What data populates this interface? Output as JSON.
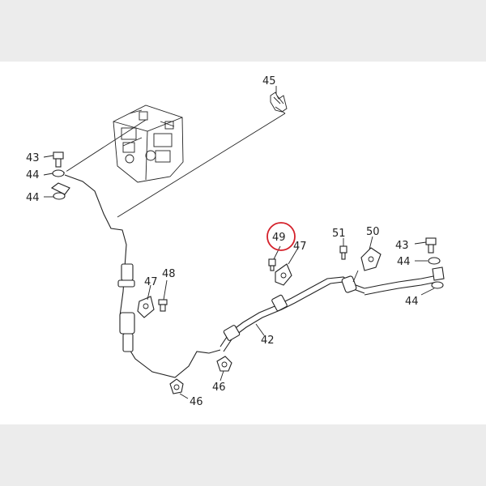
{
  "diagram": {
    "highlight_color": "#d4202a",
    "callouts": [
      {
        "id": "c45a",
        "text": "45"
      },
      {
        "id": "c43a",
        "text": "43"
      },
      {
        "id": "c44a",
        "text": "44"
      },
      {
        "id": "c44b",
        "text": "44"
      },
      {
        "id": "c49",
        "text": "49"
      },
      {
        "id": "c47a",
        "text": "47"
      },
      {
        "id": "c51",
        "text": "51"
      },
      {
        "id": "c50",
        "text": "50"
      },
      {
        "id": "c43b",
        "text": "43"
      },
      {
        "id": "c44c",
        "text": "44"
      },
      {
        "id": "c44d",
        "text": "44"
      },
      {
        "id": "c47b",
        "text": "47"
      },
      {
        "id": "c48",
        "text": "48"
      },
      {
        "id": "c42",
        "text": "42"
      },
      {
        "id": "c46a",
        "text": "46"
      },
      {
        "id": "c46b",
        "text": "46"
      }
    ]
  }
}
